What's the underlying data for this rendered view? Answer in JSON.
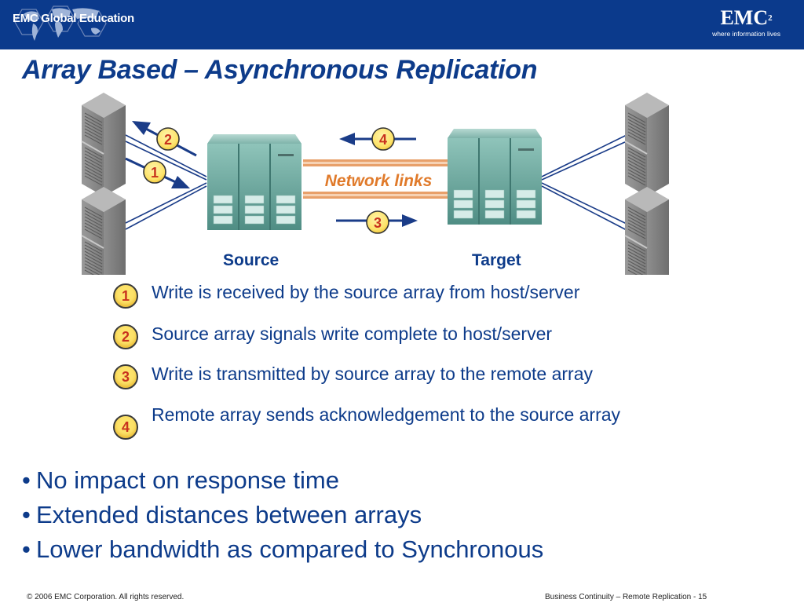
{
  "header": {
    "left_logo_text": "EMC Global Education",
    "brand": "EMC",
    "brand_superscript": "2",
    "tagline": "where information lives"
  },
  "title": "Array Based – Asynchronous Replication",
  "diagram": {
    "network_label": "Network links",
    "source_label": "Source",
    "target_label": "Target",
    "arrow_badges": [
      "1",
      "2",
      "3",
      "4"
    ]
  },
  "steps": [
    {
      "num": "1",
      "text": "Write is received by the source array from host/server"
    },
    {
      "num": "2",
      "text": "Source array signals write complete to host/server"
    },
    {
      "num": "3",
      "text": "Write is transmitted by source array to the remote array"
    },
    {
      "num": "4",
      "text": "Remote array sends acknowledgement to the source array"
    }
  ],
  "bullets": [
    "No impact on response time",
    "Extended distances between arrays",
    "Lower bandwidth as compared to Synchronous"
  ],
  "footer": {
    "copyright": "© 2006 EMC Corporation. All rights reserved.",
    "page_info": "Business Continuity – Remote Replication - 15"
  },
  "colors": {
    "brand_blue": "#0b3a8c",
    "text_blue": "#0d3b8a",
    "network_orange": "#e07a2a",
    "badge_yellow": "#fde36a",
    "badge_number_red": "#c8321e",
    "array_teal": "#5f9e94"
  }
}
